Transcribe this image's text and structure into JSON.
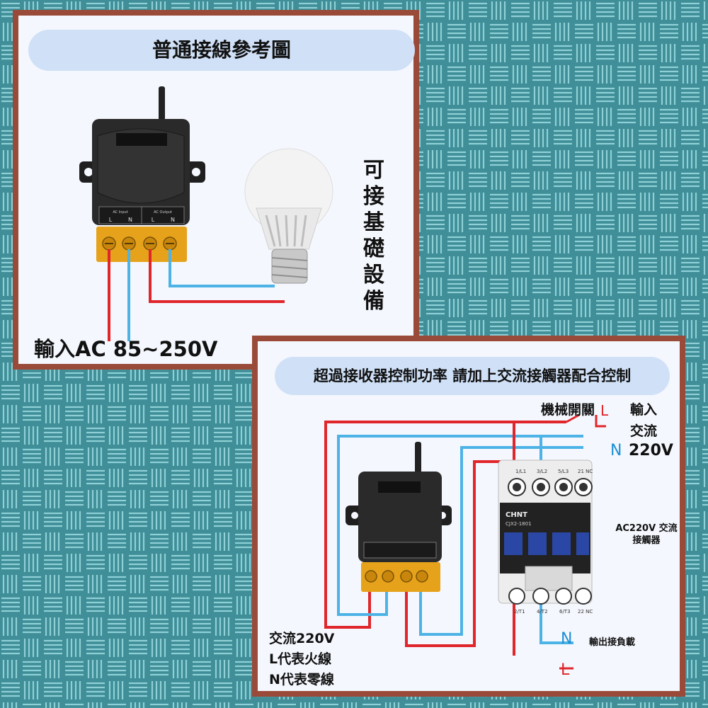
{
  "colors": {
    "background": "#3f8e98",
    "panel_border": "#9a4a38",
    "live_wire": "#e0262b",
    "neutral_wire": "#4db3e6",
    "title_pill": "#cfe0f7"
  },
  "top_panel": {
    "title": "普通接線參考圖",
    "side_label": "可接基礎設備",
    "input_label": "輸入AC 85~250V",
    "receiver_terminals": [
      "AC Input",
      "AC Output"
    ],
    "terminal_letters": [
      "L",
      "N",
      "L",
      "N"
    ]
  },
  "bottom_panel": {
    "title": "超過接收器控制功率  請加上交流接觸器配合控制",
    "switch_label": "機械開關",
    "input_label": "輸入交流",
    "l_mark": "L",
    "n_mark": "N",
    "voltage": "220V",
    "contactor_brand": "CHNT",
    "contactor_model": "CJX2-1801",
    "contactor_label": "AC220V 交流接觸器",
    "contactor_top_terminals": [
      "1/L1",
      "3/L2",
      "5/L3",
      "21 NC"
    ],
    "contactor_bottom_terminals": [
      "2/T1",
      "4/T2",
      "6/T3",
      "22 NC"
    ],
    "legend": [
      "交流220V",
      "L代表火線",
      "N代表零線"
    ],
    "output_n": "N",
    "output_label": "輸出接負載",
    "output_l": "L"
  }
}
